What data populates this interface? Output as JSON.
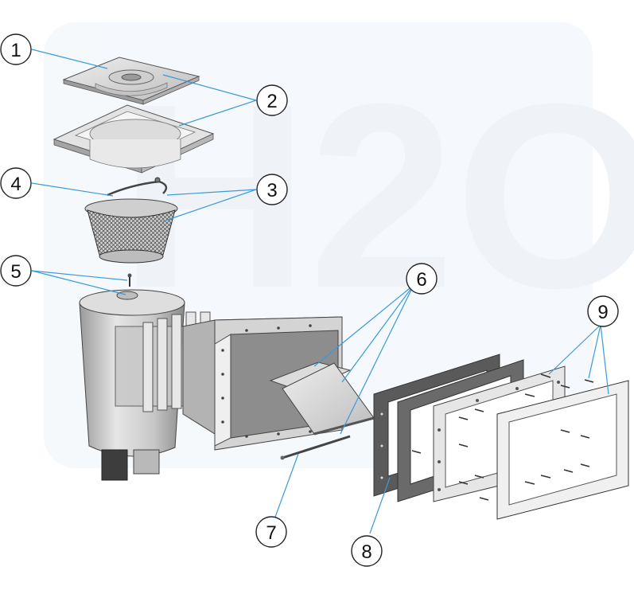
{
  "diagram": {
    "watermark_text": "H2O",
    "callouts": [
      {
        "id": "c1",
        "label": "1"
      },
      {
        "id": "c2",
        "label": "2"
      },
      {
        "id": "c3",
        "label": "3"
      },
      {
        "id": "c4",
        "label": "4"
      },
      {
        "id": "c5",
        "label": "5"
      },
      {
        "id": "c6",
        "label": "6"
      },
      {
        "id": "c7",
        "label": "7"
      },
      {
        "id": "c8",
        "label": "8"
      },
      {
        "id": "c9",
        "label": "9"
      }
    ],
    "colors": {
      "leader": "#3a9ad8",
      "part_fill": "#d9d9d9",
      "part_dark": "#8f8f8f",
      "gasket": "#5c5c5c",
      "watermark": "#e8f0f8"
    }
  }
}
